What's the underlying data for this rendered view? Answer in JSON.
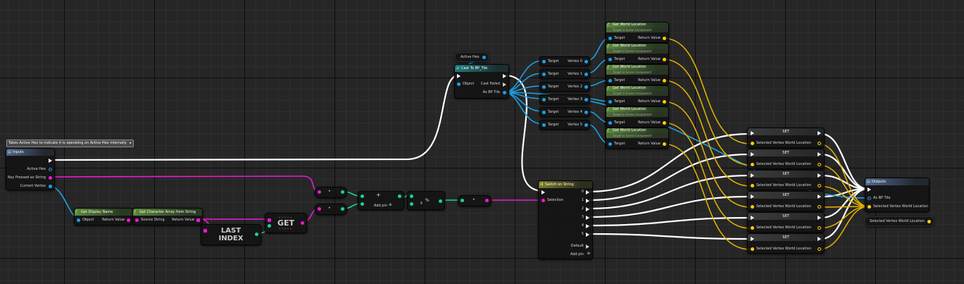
{
  "comment": {
    "text": "Takes Active Hex to indicate it is operating on Active Hex internally"
  },
  "inputs_node": {
    "title": "Inputs",
    "pins": [
      "Active Hex",
      "Key Pressed as String",
      "Current Vertex"
    ]
  },
  "active_hex_var": {
    "label": "Active Hex"
  },
  "cast_node": {
    "title": "Cast To BP_Tile",
    "object": "Object",
    "cast_failed": "Cast Failed",
    "as_tile": "As BP Tile"
  },
  "break_nodes": [
    {
      "target": "Target",
      "vertex": "Vertex 0"
    },
    {
      "target": "Target",
      "vertex": "Vertex 1"
    },
    {
      "target": "Target",
      "vertex": "Vertex 2"
    },
    {
      "target": "Target",
      "vertex": "Vertex 3"
    },
    {
      "target": "Target",
      "vertex": "Vertex 4"
    },
    {
      "target": "Target",
      "vertex": "Vertex 5"
    }
  ],
  "world_location_nodes": {
    "title": "Get World Location",
    "subtitle": "Target is Scene Component",
    "target": "Target",
    "return": "Return Value"
  },
  "display_name_node": {
    "title": "Get Display Name",
    "object": "Object",
    "return": "Return Value"
  },
  "char_array_node": {
    "title": "Get Character Array from String",
    "source": "Source String",
    "return": "Return Value"
  },
  "last_index_node": {
    "line1": "LAST",
    "line2": "INDEX"
  },
  "get_node": {
    "label": "GET"
  },
  "math": {
    "add_label": "Add pin",
    "mod_symbol": "%",
    "mod_value": "6"
  },
  "switch_node": {
    "title": "Switch on String",
    "selection": "Selection",
    "cases": [
      "0",
      "1",
      "2",
      "3",
      "4",
      "5"
    ],
    "default": "Default",
    "add_pin": "Add pin"
  },
  "set_nodes": {
    "title": "SET",
    "pin": "Selected Vertex World Location",
    "count": 6
  },
  "outputs_node": {
    "title": "Outputs",
    "pins": [
      "As BP Tile",
      "Selected Vertex World Location"
    ]
  },
  "var_getter": {
    "label": "Selected Vertex World Location"
  },
  "colors": {
    "exec": "#ffffff",
    "object": "#1ea0e6",
    "string": "#f018d8",
    "vector": "#ffd000",
    "integer": "#18d49a"
  }
}
